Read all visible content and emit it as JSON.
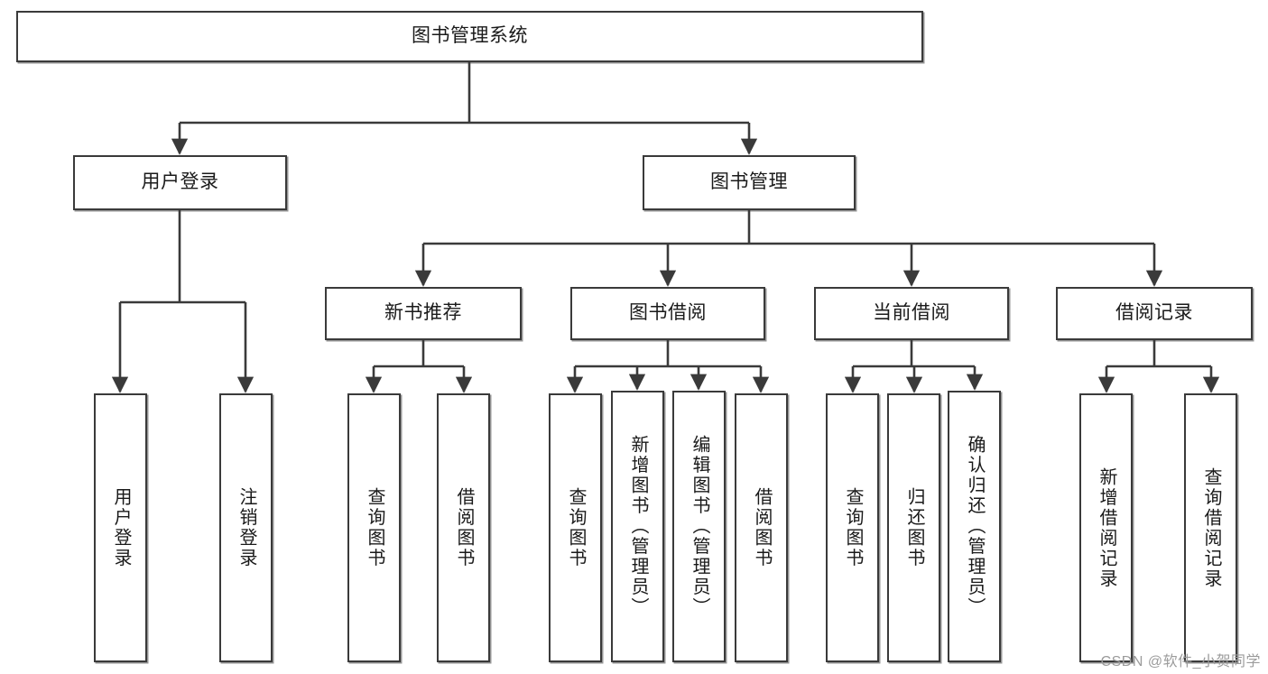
{
  "diagram": {
    "title": "图书管理系统",
    "type": "tree-hierarchy",
    "colors": {
      "stroke": "#3a3a3a",
      "fill": "#ffffff",
      "text": "#1a1a1a",
      "watermark": "#9b9b9b"
    },
    "root": {
      "label": "图书管理系统",
      "orientation": "horizontal"
    },
    "level1": [
      {
        "label": "用户登录",
        "orientation": "horizontal"
      },
      {
        "label": "图书管理",
        "orientation": "horizontal"
      }
    ],
    "level2": [
      {
        "label": "新书推荐",
        "orientation": "horizontal"
      },
      {
        "label": "图书借阅",
        "orientation": "horizontal"
      },
      {
        "label": "当前借阅",
        "orientation": "horizontal"
      },
      {
        "label": "借阅记录",
        "orientation": "horizontal"
      }
    ],
    "leaves": {
      "user_login": [
        {
          "label": "用户登录",
          "orientation": "vertical"
        },
        {
          "label": "注销登录",
          "orientation": "vertical"
        }
      ],
      "new_book_recommend": [
        {
          "label": "查询图书",
          "orientation": "vertical"
        },
        {
          "label": "借阅图书",
          "orientation": "vertical"
        }
      ],
      "book_borrow": [
        {
          "label": "查询图书",
          "orientation": "vertical"
        },
        {
          "label": "新增图书（管理员）",
          "orientation": "vertical"
        },
        {
          "label": "编辑图书（管理员）",
          "orientation": "vertical"
        },
        {
          "label": "借阅图书",
          "orientation": "vertical"
        }
      ],
      "current_borrow": [
        {
          "label": "查询图书",
          "orientation": "vertical"
        },
        {
          "label": "归还图书",
          "orientation": "vertical"
        },
        {
          "label": "确认归还（管理员）",
          "orientation": "vertical"
        }
      ],
      "borrow_record": [
        {
          "label": "新增借阅记录",
          "orientation": "vertical"
        },
        {
          "label": "查询借阅记录",
          "orientation": "vertical"
        }
      ]
    },
    "watermark": "CSDN @软件_小贺同学"
  }
}
